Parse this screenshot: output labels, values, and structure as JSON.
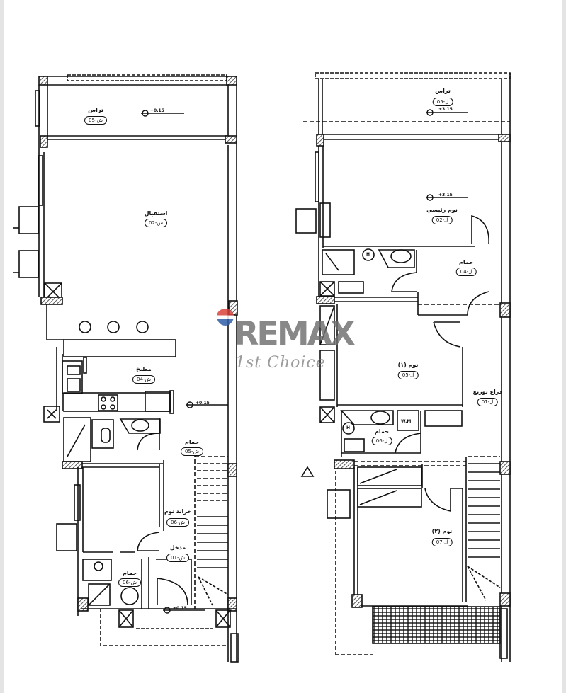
{
  "drawing": {
    "type": "architectural floor plan",
    "plans": [
      {
        "id": "ground-floor",
        "rooms": [
          {
            "name": "تراس",
            "code": "05-ش"
          },
          {
            "name": "استقبال",
            "code": "02-ش"
          },
          {
            "name": "مطبخ",
            "code": "04-ش"
          },
          {
            "name": "حمام",
            "code": "05-ش"
          },
          {
            "name": "خزانة نوم",
            "code": "06-ش"
          },
          {
            "name": "مدخل",
            "code": "01-ش"
          },
          {
            "name": "حمام",
            "code": "06-ش"
          }
        ],
        "levels": [
          "+0.15",
          "+0.15",
          "+0.15"
        ]
      },
      {
        "id": "first-floor",
        "rooms": [
          {
            "name": "تراس",
            "code": "05-ل"
          },
          {
            "name": "نوم رئيسي",
            "code": "02-ل"
          },
          {
            "name": "حمام",
            "code": "04-ل"
          },
          {
            "name": "نوم (١)",
            "code": "05-ل"
          },
          {
            "name": "دراع توزيع",
            "code": "01-ل"
          },
          {
            "name": "حمام",
            "code": "06-ل"
          },
          {
            "name": "نوم (٢)",
            "code": "07-ل"
          }
        ],
        "levels": [
          "+3.15",
          "+3.15"
        ],
        "annotations": [
          "W.M",
          "H",
          "H"
        ]
      }
    ]
  },
  "watermark": {
    "brand": "RE/MAX",
    "brand_display": "REMAX",
    "tagline": "1st Choice",
    "colors": {
      "red": "#d9443c",
      "blue": "#2f5ea8",
      "gray": "#6e6e6e"
    }
  }
}
